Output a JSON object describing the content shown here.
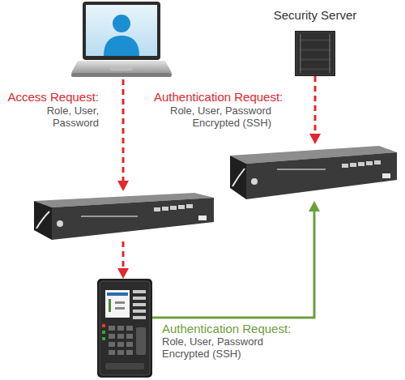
{
  "diagram": {
    "nodes": [
      {
        "text": []
      },
      {
        "text": [
          "Security Server"
        ]
      },
      {
        "text": []
      },
      {
        "text": []
      },
      {
        "text": []
      }
    ],
    "edges": [
      {
        "from": 0,
        "to": 3,
        "arrow": "to",
        "label": "Access Request:"
      },
      {
        "from": 1,
        "to": 2,
        "arrow": "to",
        "label": "Authentication Request:"
      },
      {
        "from": 3,
        "to": 4,
        "arrow": "to"
      },
      {
        "from": 4,
        "to": 2,
        "arrow": "to",
        "label": "Authentication Request:"
      }
    ],
    "labels": [
      "Role, User, Password",
      "Role, User, Password Encrypted (SSH)",
      "Role, User, Password Encrypted (SSH)"
    ]
  }
}
